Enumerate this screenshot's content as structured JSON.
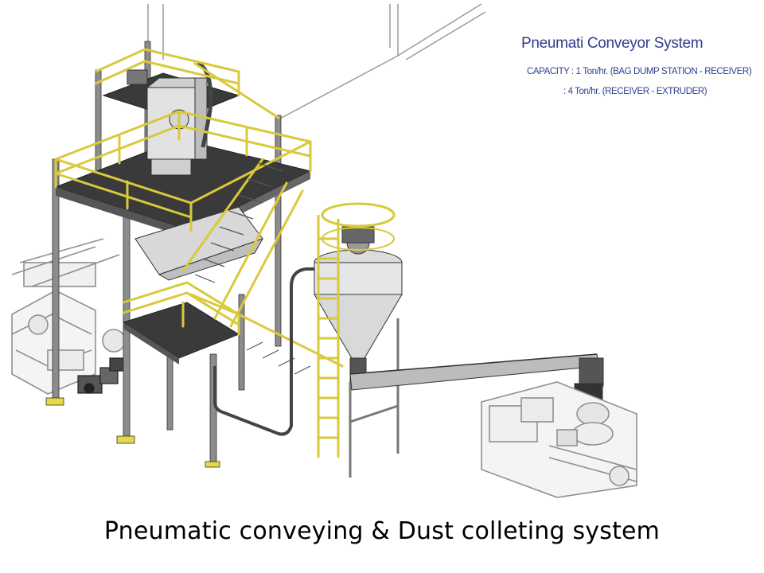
{
  "system_label": {
    "title": "Pneumati Conveyor System",
    "capacity_line_1": "CAPACITY : 1 Ton/hr. (BAG DUMP STATION - RECEIVER)",
    "capacity_line_2": ": 4 Ton/hr. (RECEIVER - EXTRUDER)"
  },
  "caption": "Pneumatic conveying & Dust colleting  system",
  "colors": {
    "text_blue": "#2f3e8f",
    "railing_yellow": "#e5d64a",
    "steel_grey": "#8a8a8a",
    "deck_dark": "#3a3a3a",
    "line_dark": "#222222"
  }
}
